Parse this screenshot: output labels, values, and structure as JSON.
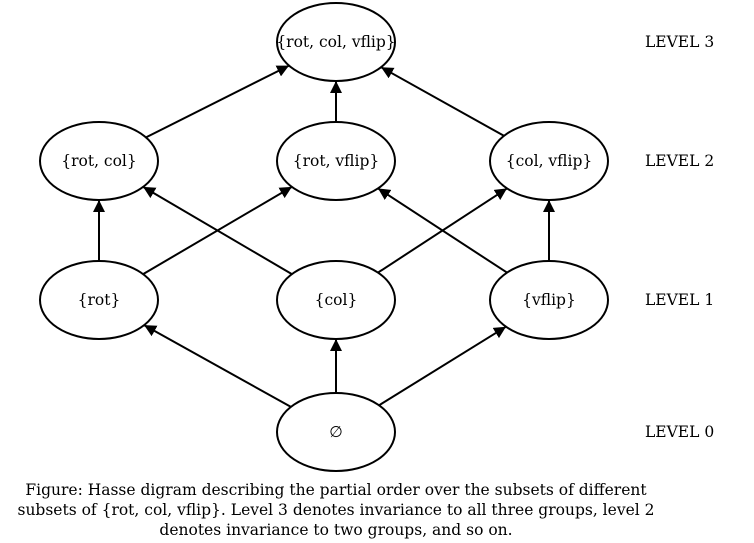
{
  "diagram": {
    "nodes": [
      {
        "id": "rot_col_vflip",
        "label": "{rot, col, vflip}",
        "level": 3
      },
      {
        "id": "rot_col",
        "label": "{rot, col}",
        "level": 2
      },
      {
        "id": "rot_vflip",
        "label": "{rot, vflip}",
        "level": 2
      },
      {
        "id": "col_vflip",
        "label": "{col, vflip}",
        "level": 2
      },
      {
        "id": "rot",
        "label": "{rot}",
        "level": 1
      },
      {
        "id": "col",
        "label": "{col}",
        "level": 1
      },
      {
        "id": "vflip",
        "label": "{vflip}",
        "level": 1
      },
      {
        "id": "empty",
        "label": "∅",
        "level": 0
      }
    ],
    "edges": [
      {
        "from": "empty",
        "to": "rot"
      },
      {
        "from": "empty",
        "to": "col"
      },
      {
        "from": "empty",
        "to": "vflip"
      },
      {
        "from": "rot",
        "to": "rot_col"
      },
      {
        "from": "rot",
        "to": "rot_vflip"
      },
      {
        "from": "col",
        "to": "rot_col"
      },
      {
        "from": "col",
        "to": "col_vflip"
      },
      {
        "from": "vflip",
        "to": "rot_vflip"
      },
      {
        "from": "vflip",
        "to": "col_vflip"
      },
      {
        "from": "rot_col",
        "to": "rot_col_vflip"
      },
      {
        "from": "rot_vflip",
        "to": "rot_col_vflip"
      },
      {
        "from": "col_vflip",
        "to": "rot_col_vflip"
      }
    ],
    "level_labels": [
      {
        "level": 3,
        "text": "LEVEL 3"
      },
      {
        "level": 2,
        "text": "LEVEL 2"
      },
      {
        "level": 1,
        "text": "LEVEL 1"
      },
      {
        "level": 0,
        "text": "LEVEL 0"
      }
    ]
  },
  "caption": {
    "line1": "Figure: Hasse digram describing the partial order over the subsets of different",
    "line2": "subsets of {rot, col, vflip}. Level 3 denotes invariance to all three groups, level 2",
    "line3": "denotes invariance to two groups, and so on."
  }
}
